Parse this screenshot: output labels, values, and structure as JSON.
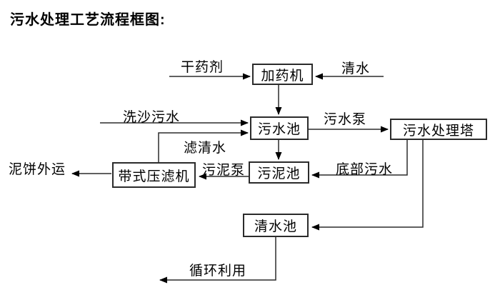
{
  "title": "污水处理工艺流程框图:",
  "nodes": {
    "dosing_machine": "加药机",
    "sewage_pool": "污水池",
    "treatment_tower": "污水处理塔",
    "sludge_pool": "污泥池",
    "belt_filter_press": "带式压滤机",
    "clean_water_pool": "清水池"
  },
  "flow_labels": {
    "dry_chemical": "干药剂",
    "clean_water": "清水",
    "sand_washing_sewage": "洗沙污水",
    "sewage_pump": "污水泵",
    "filtered_water": "滤清水",
    "bottom_sewage": "底部污水",
    "sludge_pump": "污泥泵",
    "mud_cake_out": "泥饼外运",
    "recycle_use": "循环利用"
  },
  "colors": {
    "background": "#ffffff",
    "text": "#000000",
    "line": "#2b2b2b",
    "box_border": "#2b2b2b"
  }
}
